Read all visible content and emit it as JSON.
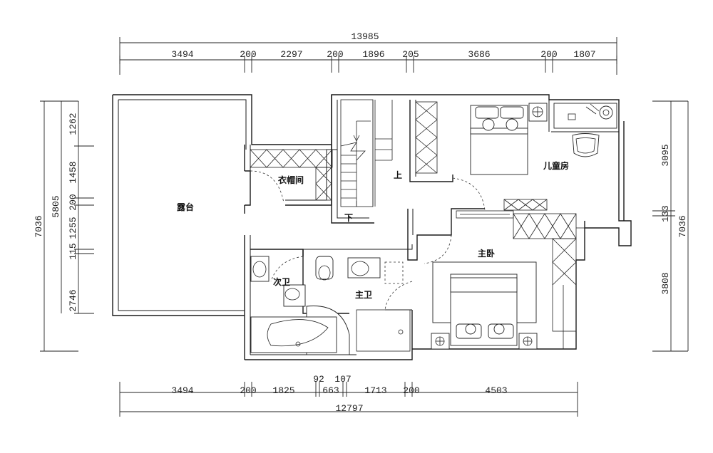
{
  "rooms": {
    "terrace": "露台",
    "closet": "衣帽间",
    "stair_up": "上",
    "stair_down": "下",
    "kids_room": "儿童房",
    "master_bedroom": "主卧",
    "master_bath": "主卫",
    "second_bath": "次卫"
  },
  "dimensions": {
    "top_total": "13985",
    "top_segments": [
      "3494",
      "200",
      "2297",
      "200",
      "1896",
      "205",
      "3686",
      "200",
      "1807"
    ],
    "bottom_total": "12797",
    "bottom_segments": [
      "3494",
      "200",
      "1825",
      "663",
      "1713",
      "200",
      "4503"
    ],
    "bottom_small": [
      "92",
      "107"
    ],
    "left_total": "7036",
    "left_sub": "5805",
    "left_segments": [
      "1262",
      "1458",
      "200",
      "1255",
      "115",
      "2746"
    ],
    "right_total": "7036",
    "right_segments": [
      "3095",
      "133",
      "3808"
    ]
  }
}
